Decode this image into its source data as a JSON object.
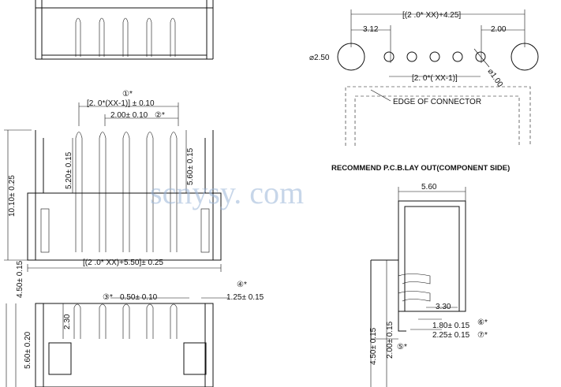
{
  "top_view": {
    "pitch_total": "[(2 .0* XX)+4.25]",
    "left_offset": "3.12",
    "right_offset": "2.00",
    "large_hole": "2.50",
    "inner_pitch": "[2. 0*( XX-1)]",
    "small_hole": "1.00",
    "edge_label": "EDGE OF CONNECTOR",
    "title": "RECOMMEND P.C.B.LAY OUT(COMPONENT SIDE)"
  },
  "front_view": {
    "note1_mark": "①*",
    "pin_span": "[2. 0*(XX-1)] ± 0.10",
    "pitch": "2.00± 0.10",
    "note2_mark": "②*",
    "height_left": "5.20± 0.15",
    "height_right": "5.60± 0.15",
    "total_height": "10.10± 0.25",
    "body_width": "[(2 .0* XX)+5.50]± 0.25",
    "side_offset": "4.50± 0.15",
    "pin_width": "0.50± 0.10",
    "note3_mark": "③*",
    "tab_width": "1.25± 0.15",
    "note4_mark": "④*",
    "pin_offset": "2.30",
    "base_height": "5.60± 0.20"
  },
  "side_view": {
    "width": "5.60",
    "pin_depth": "3.30",
    "h1": "4.50± 0.15",
    "h2": "2.00± 0.15",
    "note5_mark": "⑤*",
    "d1": "1.80± 0.15",
    "note6_mark": "⑥*",
    "d2": "2.25± 0.15",
    "note7_mark": "⑦*"
  },
  "watermark": "scnysy. com"
}
